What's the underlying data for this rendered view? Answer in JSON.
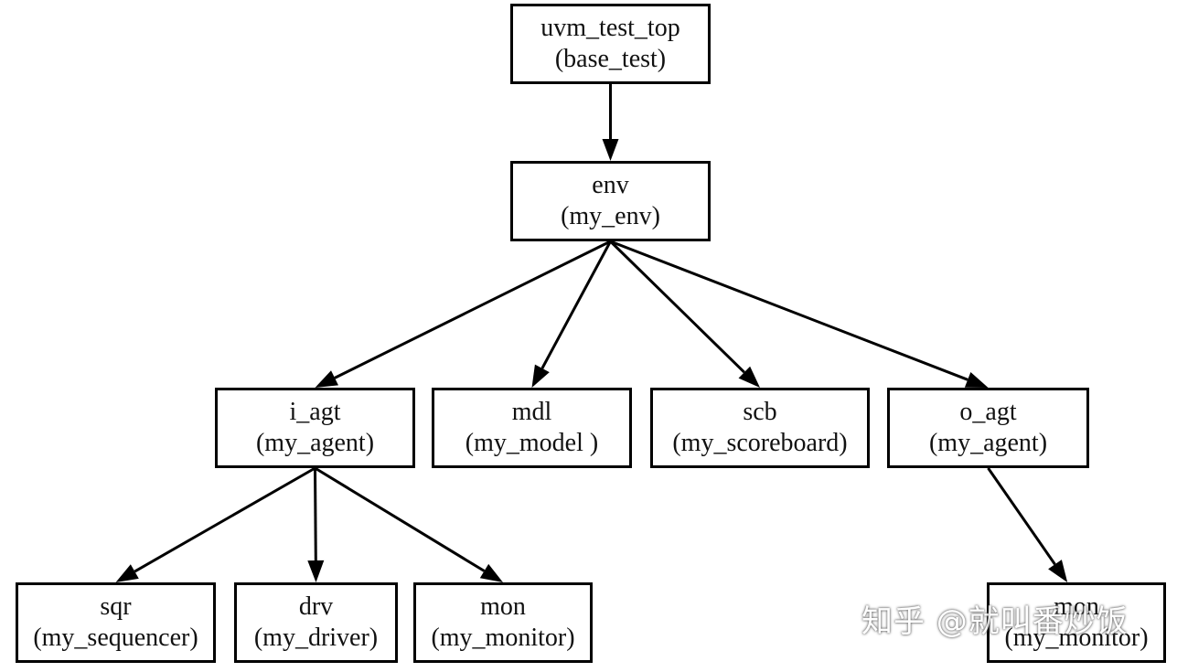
{
  "nodes": [
    {
      "id": "uvm_test_top",
      "name": "uvm_test_top",
      "type": "(base_test)"
    },
    {
      "id": "env",
      "name": "env",
      "type": "(my_env)"
    },
    {
      "id": "i_agt",
      "name": "i_agt",
      "type": "(my_agent)"
    },
    {
      "id": "mdl",
      "name": "mdl",
      "type": "(my_model )"
    },
    {
      "id": "scb",
      "name": "scb",
      "type": "(my_scoreboard)"
    },
    {
      "id": "o_agt",
      "name": "o_agt",
      "type": "(my_agent)"
    },
    {
      "id": "sqr",
      "name": "sqr",
      "type": "(my_sequencer)"
    },
    {
      "id": "drv",
      "name": "drv",
      "type": "(my_driver)"
    },
    {
      "id": "mon_i",
      "name": "mon",
      "type": "(my_monitor)"
    },
    {
      "id": "mon_o",
      "name": "mon",
      "type": "(my_monitor)"
    }
  ],
  "edges": [
    {
      "from": "uvm_test_top",
      "to": "env"
    },
    {
      "from": "env",
      "to": "i_agt"
    },
    {
      "from": "env",
      "to": "mdl"
    },
    {
      "from": "env",
      "to": "scb"
    },
    {
      "from": "env",
      "to": "o_agt"
    },
    {
      "from": "i_agt",
      "to": "sqr"
    },
    {
      "from": "i_agt",
      "to": "drv"
    },
    {
      "from": "i_agt",
      "to": "mon_i"
    },
    {
      "from": "o_agt",
      "to": "mon_o"
    }
  ],
  "watermark": "知乎 @就叫番炒饭"
}
